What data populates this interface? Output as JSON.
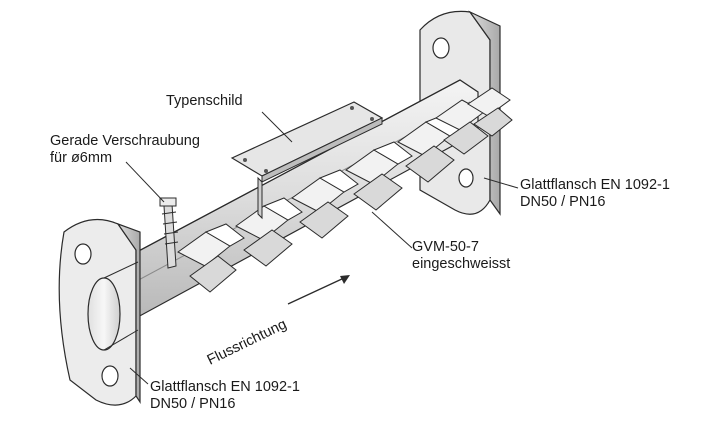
{
  "labels": {
    "typenschild": "Typenschild",
    "verschraubung_line1": "Gerade Verschraubung",
    "verschraubung_line2": "für  ø6mm",
    "flange_right_line1": "Glattflansch EN 1092-1",
    "flange_right_line2": "DN50 / PN16",
    "mixer_line1": "GVM-50-7",
    "mixer_line2": "eingeschweisst",
    "flange_left_line1": "Glattflansch EN 1092-1",
    "flange_left_line2": "DN50 / PN16",
    "flow_direction": "Flussrichtung"
  },
  "mixer_element_count": 7,
  "colors": {
    "line": "#2b2b2b",
    "metal_light": "#ececec",
    "metal_mid": "#d6d6d6",
    "metal_dark": "#9a9a9a",
    "flange_face": "#e8e8e8",
    "flange_side": "#c4c4c4"
  }
}
